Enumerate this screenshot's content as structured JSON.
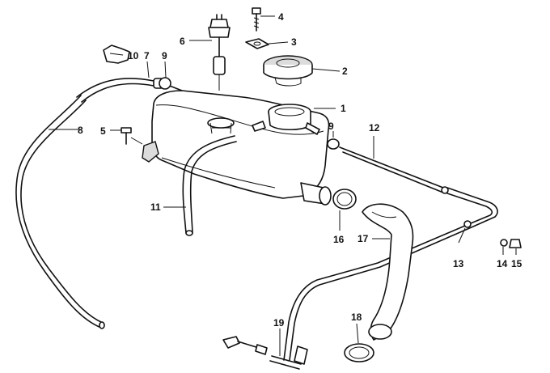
{
  "diagram": {
    "callouts": [
      {
        "id": "c1",
        "text": "1"
      },
      {
        "id": "c2",
        "text": "2"
      },
      {
        "id": "c3",
        "text": "3"
      },
      {
        "id": "c4",
        "text": "4"
      },
      {
        "id": "c5",
        "text": "5"
      },
      {
        "id": "c6",
        "text": "6"
      },
      {
        "id": "c7",
        "text": "7"
      },
      {
        "id": "c8",
        "text": "8"
      },
      {
        "id": "c9a",
        "text": "9"
      },
      {
        "id": "c9b",
        "text": "9"
      },
      {
        "id": "c10",
        "text": "10"
      },
      {
        "id": "c11",
        "text": "11"
      },
      {
        "id": "c12",
        "text": "12"
      },
      {
        "id": "c13",
        "text": "13"
      },
      {
        "id": "c14",
        "text": "14"
      },
      {
        "id": "c15",
        "text": "15"
      },
      {
        "id": "c16",
        "text": "16"
      },
      {
        "id": "c17",
        "text": "17"
      },
      {
        "id": "c18",
        "text": "18"
      },
      {
        "id": "c19",
        "text": "19"
      }
    ]
  }
}
